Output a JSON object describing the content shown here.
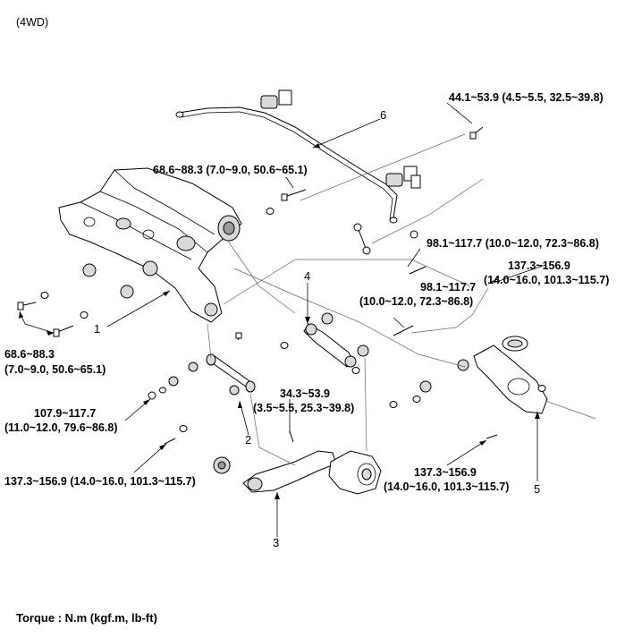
{
  "header": {
    "variant": "(4WD)"
  },
  "torque_labels": {
    "t_stabilizer_bolt": "44.1~53.9 (4.5~5.5, 32.5~39.8)",
    "t_crossmember_top": "68.6~88.3 (7.0~9.0, 50.6~65.1)",
    "t_crossmember_left_1": "68.6~88.3",
    "t_crossmember_left_2": "(7.0~9.0, 50.6~65.1)",
    "t_upper_arm_1": "98.1~117.7 (10.0~12.0, 72.3~86.8)",
    "t_upper_arm_2_a": "98.1~117.7",
    "t_upper_arm_2_b": "(10.0~12.0, 72.3~86.8)",
    "t_lower_arm_top_a": "137.3~156.9",
    "t_lower_arm_top_b": "(14.0~16.0, 101.3~115.7)",
    "t_assist_arm_a": "107.9~117.7",
    "t_assist_arm_b": "(11.0~12.0, 79.6~86.8)",
    "t_trailing_arm_bolt": "137.3~156.9 (14.0~16.0, 101.3~115.7)",
    "t_upper_arm_link_a": "34.3~53.9",
    "t_upper_arm_link_b": "(3.5~5.5, 25.3~39.8)",
    "t_lower_arm_bottom_a": "137.3~156.9",
    "t_lower_arm_bottom_b": "(14.0~16.0, 101.3~115.7)"
  },
  "callouts": {
    "c1": "1",
    "c2": "2",
    "c3": "3",
    "c4": "4",
    "c5": "5",
    "c6": "6"
  },
  "footer": {
    "torque_units": "Torque : N.m (kgf.m,  lb-ft)"
  }
}
